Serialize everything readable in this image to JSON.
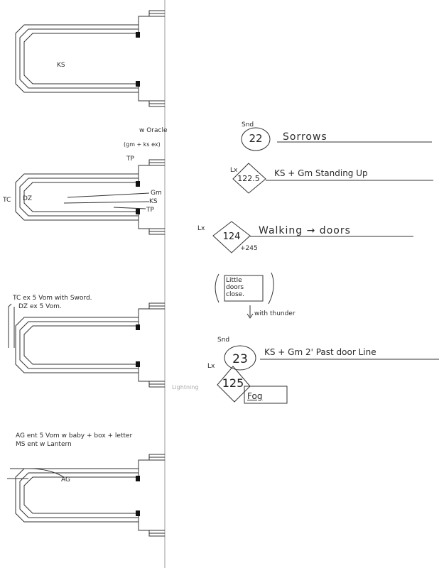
{
  "diagram_notes": {
    "d1_ks": "KS",
    "d2_cue_note": "w Oracle",
    "d2_group": "(gm + ks ex)",
    "d2_tp_top": "TP",
    "d2_tc": "TC",
    "d2_dz": "DZ",
    "d2_gm": "Gm",
    "d2_ks": "KS",
    "d2_tp": "TP",
    "d3_line1": "TC ex 5 Vom with Sword.",
    "d3_line2": "DZ ex 5 Vom.",
    "d4_line1": "AG ent 5 Vom w baby + box + letter",
    "d4_line2": "MS ent w Lantern",
    "d4_ag": "AG"
  },
  "cues": [
    {
      "dept": "Snd",
      "number": "22",
      "shape": "circle",
      "description": "Sorrows"
    },
    {
      "dept": "Lx",
      "number": "122.5",
      "shape": "diamond",
      "description": "KS + Gm Standing Up"
    },
    {
      "dept": "Lx",
      "number": "124",
      "shape": "diamond",
      "sub": "+245",
      "description": "Walking → doors"
    },
    {
      "note": "Little doors close.",
      "follow": "with thunder"
    },
    {
      "dept": "Snd",
      "number": "23",
      "shape": "circle",
      "description": "KS + Gm 2' Past door Line"
    },
    {
      "dept": "Lx",
      "number": "125",
      "shape": "diamond",
      "description": "Fog",
      "side_note": "Lightning"
    }
  ],
  "little_doors": {
    "line1": "Little",
    "line2": "doors",
    "line3": "close."
  }
}
